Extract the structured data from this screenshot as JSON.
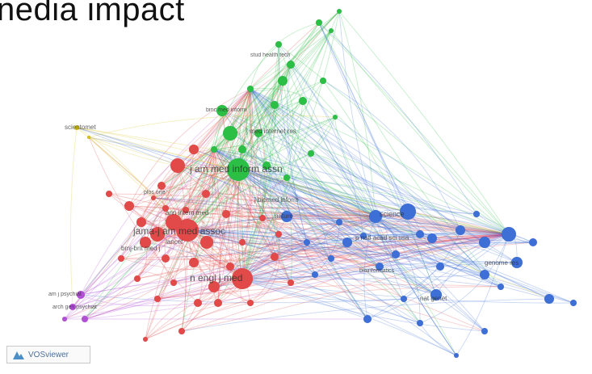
{
  "title": "nedia impact",
  "brand": {
    "label": "VOSviewer"
  },
  "clusters": {
    "red": "#e24a4a",
    "green": "#2bbf45",
    "blue": "#3d6fd6",
    "yellow": "#d8c21a",
    "purple": "#b14fd6"
  },
  "labels": [
    {
      "text": "jama-j am med assoc",
      "cluster": "red"
    },
    {
      "text": "n engl j med",
      "cluster": "red"
    },
    {
      "text": "bmj-brit med j",
      "cluster": "red"
    },
    {
      "text": "lancet",
      "cluster": "red"
    },
    {
      "text": "ann intern med",
      "cluster": "red"
    },
    {
      "text": "plos one",
      "cluster": "red"
    },
    {
      "text": "j am med inform assn",
      "cluster": "green"
    },
    {
      "text": "j med internet res",
      "cluster": "green"
    },
    {
      "text": "j biomed inform",
      "cluster": "green"
    },
    {
      "text": "bmc med inform",
      "cluster": "green"
    },
    {
      "text": "stud health tech",
      "cluster": "green"
    },
    {
      "text": "science",
      "cluster": "blue"
    },
    {
      "text": "nature",
      "cluster": "blue"
    },
    {
      "text": "p natl acad sci usa",
      "cluster": "blue"
    },
    {
      "text": "bioinformatics",
      "cluster": "blue"
    },
    {
      "text": "nat genet",
      "cluster": "blue"
    },
    {
      "text": "genome res",
      "cluster": "blue"
    },
    {
      "text": "am j psychiat",
      "cluster": "purple"
    },
    {
      "text": "arch gen psychiat",
      "cluster": "purple"
    },
    {
      "text": "scientomet",
      "cluster": "yellow"
    }
  ]
}
